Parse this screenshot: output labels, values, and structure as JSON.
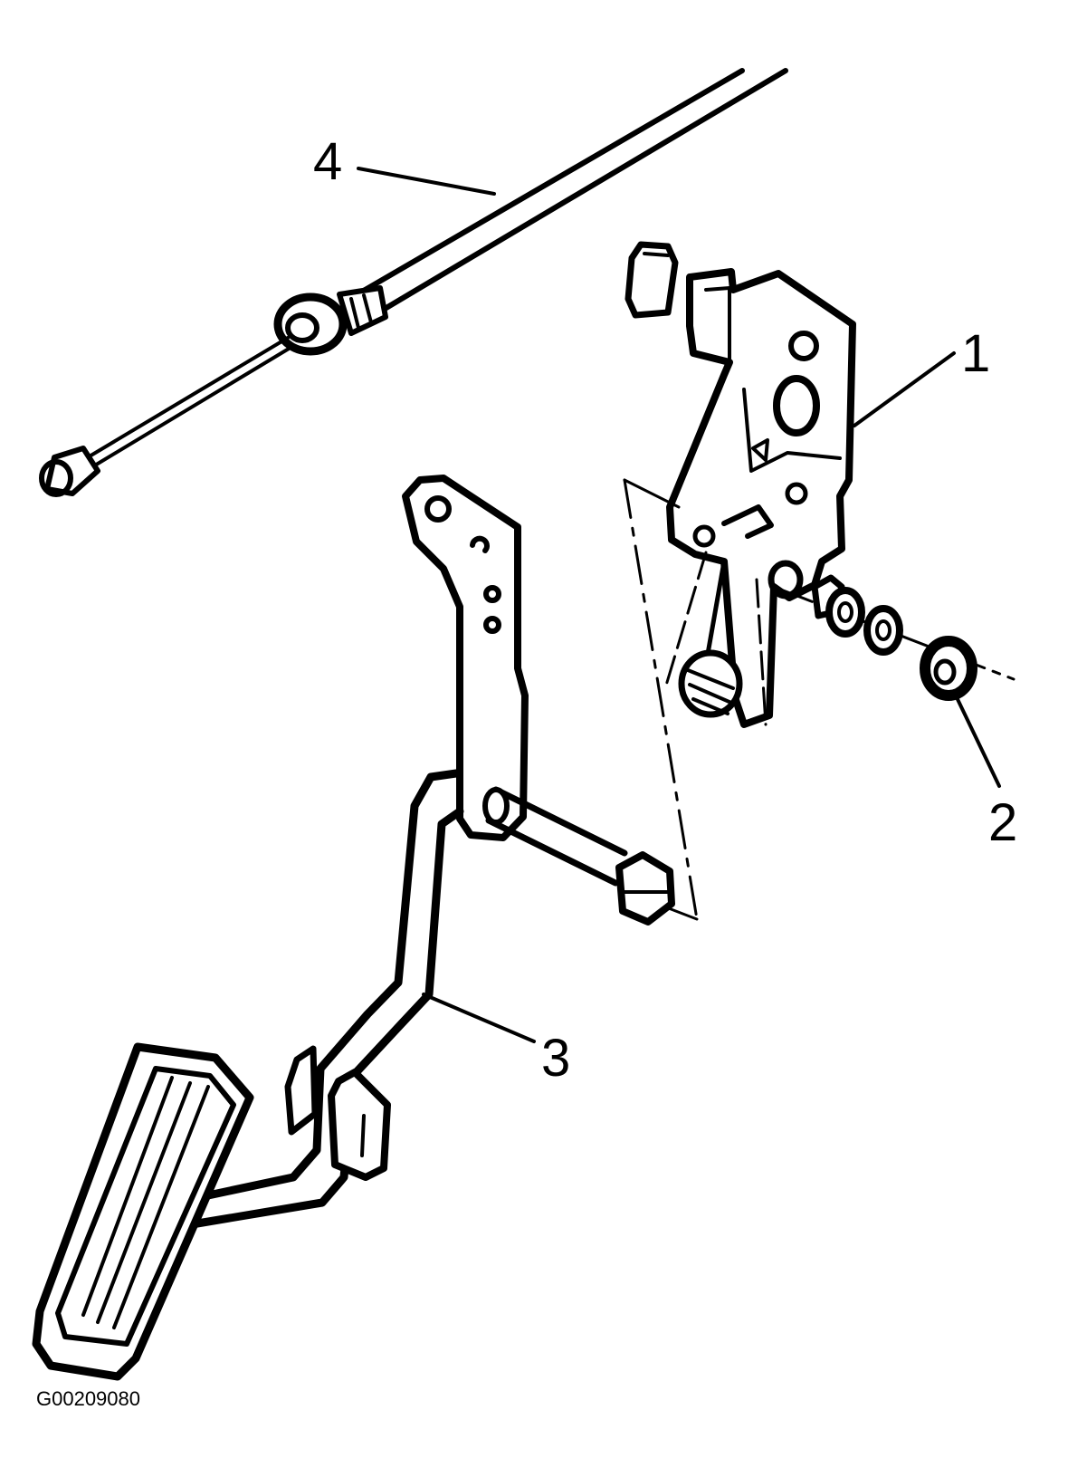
{
  "figure_id": "G00209080",
  "callouts": {
    "c1": "1",
    "c2": "2",
    "c3": "3",
    "c4": "4"
  },
  "parts": [
    "accelerator-pedal-bracket",
    "retaining-nut",
    "accelerator-pedal-arm",
    "accelerator-control-cable"
  ],
  "colors": {
    "line": "#000000",
    "background": "#ffffff"
  }
}
